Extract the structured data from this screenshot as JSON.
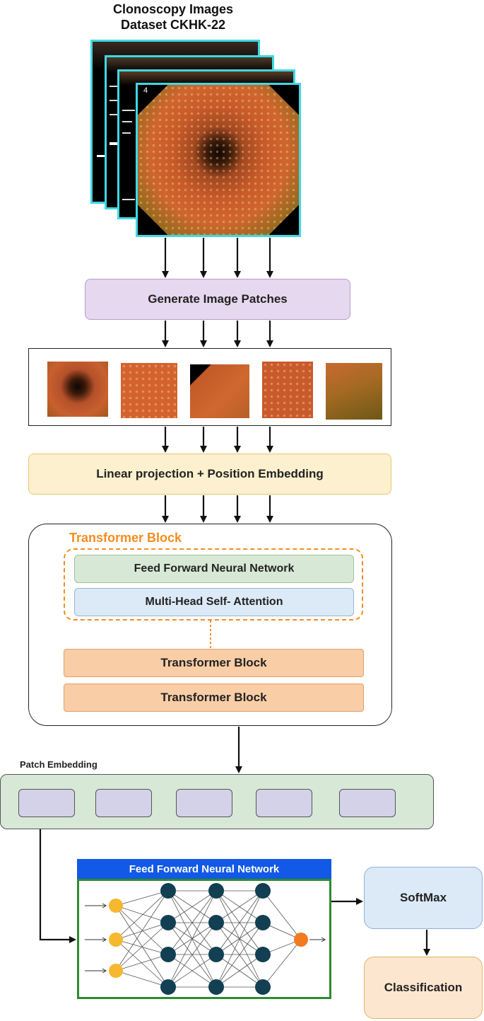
{
  "title": [
    "Clonoscopy Images",
    "Dataset CKHK-22"
  ],
  "frame_number": "4",
  "generate_patches": "Generate Image Patches",
  "linear_projection": "Linear projection + Position Embedding",
  "transformer": {
    "label": "Transformer Block",
    "ffn": "Feed Forward Neural Network",
    "mhsa": "Multi-Head Self- Attention",
    "block2": "Transformer Block",
    "block3": "Transformer Block"
  },
  "patch_embedding": "Patch Embedding",
  "ffnn_panel": {
    "title": "Feed Forward Neural Network",
    "layers": [
      3,
      4,
      4,
      4,
      1
    ]
  },
  "softmax": "SoftMax",
  "classification": "Classification",
  "colors": {
    "purple_box": "#e6d8ee",
    "yellow_box": "#fdf0cf",
    "green_box": "#d8e8d6",
    "blue_box": "#dce9f7",
    "orange_box": "#f9cda6",
    "orange_accent": "#f58d1f",
    "cyan_border": "#3fd8e3",
    "ffnn_header": "#1159e6",
    "ffnn_border": "#2e8b2e",
    "input_node": "#f5b82e",
    "hidden_node": "#123f52",
    "output_node": "#f47a20"
  }
}
